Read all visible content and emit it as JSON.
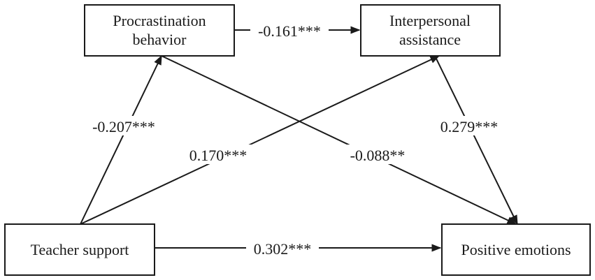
{
  "nodes": {
    "procrastination": {
      "lines": [
        "Procrastination",
        "behavior"
      ]
    },
    "interpersonal": {
      "lines": [
        "Interpersonal",
        "assistance"
      ]
    },
    "teacher": {
      "lines": [
        "Teacher support"
      ]
    },
    "positive": {
      "lines": [
        "Positive emotions"
      ]
    }
  },
  "edges": {
    "teacher_to_procrastination": {
      "label": "-0.207***"
    },
    "teacher_to_interpersonal": {
      "label": "0.170***"
    },
    "procrastination_to_interpersonal": {
      "label": "-0.161***"
    },
    "procrastination_to_positive": {
      "label": "-0.088**"
    },
    "interpersonal_to_positive": {
      "label": "0.279***"
    },
    "teacher_to_positive": {
      "label": "0.302***"
    }
  },
  "colors": {
    "stroke": "#1a1a1a",
    "background": "#ffffff"
  }
}
